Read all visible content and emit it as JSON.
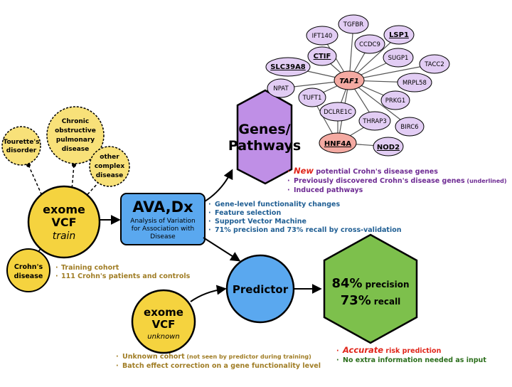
{
  "disease_nodes": {
    "tourette": [
      "Tourette's",
      "disorder"
    ],
    "copd": [
      "Chronic",
      "obstructive",
      "pulmonary",
      "disease"
    ],
    "other": [
      "other",
      "complex",
      "disease"
    ],
    "crohns": [
      "Crohn's",
      "disease"
    ]
  },
  "exome_train": {
    "line1": "exome",
    "line2": "VCF",
    "line3": "train"
  },
  "exome_unknown": {
    "line1": "exome",
    "line2": "VCF",
    "line3": "unknown"
  },
  "avadx": {
    "title": "AVA,Dx",
    "sub": [
      "Analysis of Variation",
      "for Association with",
      "Disease"
    ]
  },
  "avadx_bullets": [
    "Gene-level functionality changes",
    "Feature selection",
    "Support Vector Machine",
    "71% precision and 73% recall by cross-validation"
  ],
  "training_bullets": [
    "Training cohort",
    "111 Crohn's patients and controls"
  ],
  "genes": {
    "line1": "Genes/",
    "line2": "Pathways"
  },
  "gene_bullets": {
    "new_word": "New",
    "new_rest": " potential Crohn's disease genes",
    "prev_main": "Previously discovered Crohn's disease genes",
    "prev_note": " (underlined)",
    "induced": "Induced pathways"
  },
  "predictor": "Predictor",
  "result": {
    "pct1": "84%",
    "word1": "precision",
    "pct2": "73%",
    "word2": "recall"
  },
  "result_bullets": {
    "accurate_word": "Accurate",
    "accurate_rest": " risk prediction",
    "noextra": "No extra information needed as input"
  },
  "unknown_bullets": {
    "l1_main": "Unknown cohort",
    "l1_note": " (not seen by predictor during training)",
    "l2": "Batch effect correction on a gene functionality level"
  },
  "network": {
    "hubs": [
      "TAF1",
      "HNF4A"
    ],
    "genes": [
      "TGFBR",
      "IFT140",
      "LSP1",
      "CCDC9",
      "CTIF",
      "SUGP1",
      "TACC2",
      "SLC39A8",
      "MRPL58",
      "NPAT",
      "TUFT1",
      "PRKG1",
      "DCLRE1C",
      "THRAP3",
      "BIRC6",
      "NOD2"
    ],
    "underlined": [
      "LSP1",
      "CTIF",
      "SLC39A8",
      "HNF4A",
      "NOD2"
    ]
  },
  "colors": {
    "yellow": "#f5d33f",
    "yellow_light": "#f8e179",
    "blue": "#5aa8ef",
    "purple": "#bf8fe6",
    "green": "#7dc04c",
    "gene_node": "#e2cdf4",
    "hub_node": "#f4aaa2",
    "text_blue": "#1f5e93",
    "text_gold": "#a07d25",
    "text_purple": "#6e2b93",
    "text_red": "#e0251a",
    "text_green": "#2b6e1b"
  }
}
